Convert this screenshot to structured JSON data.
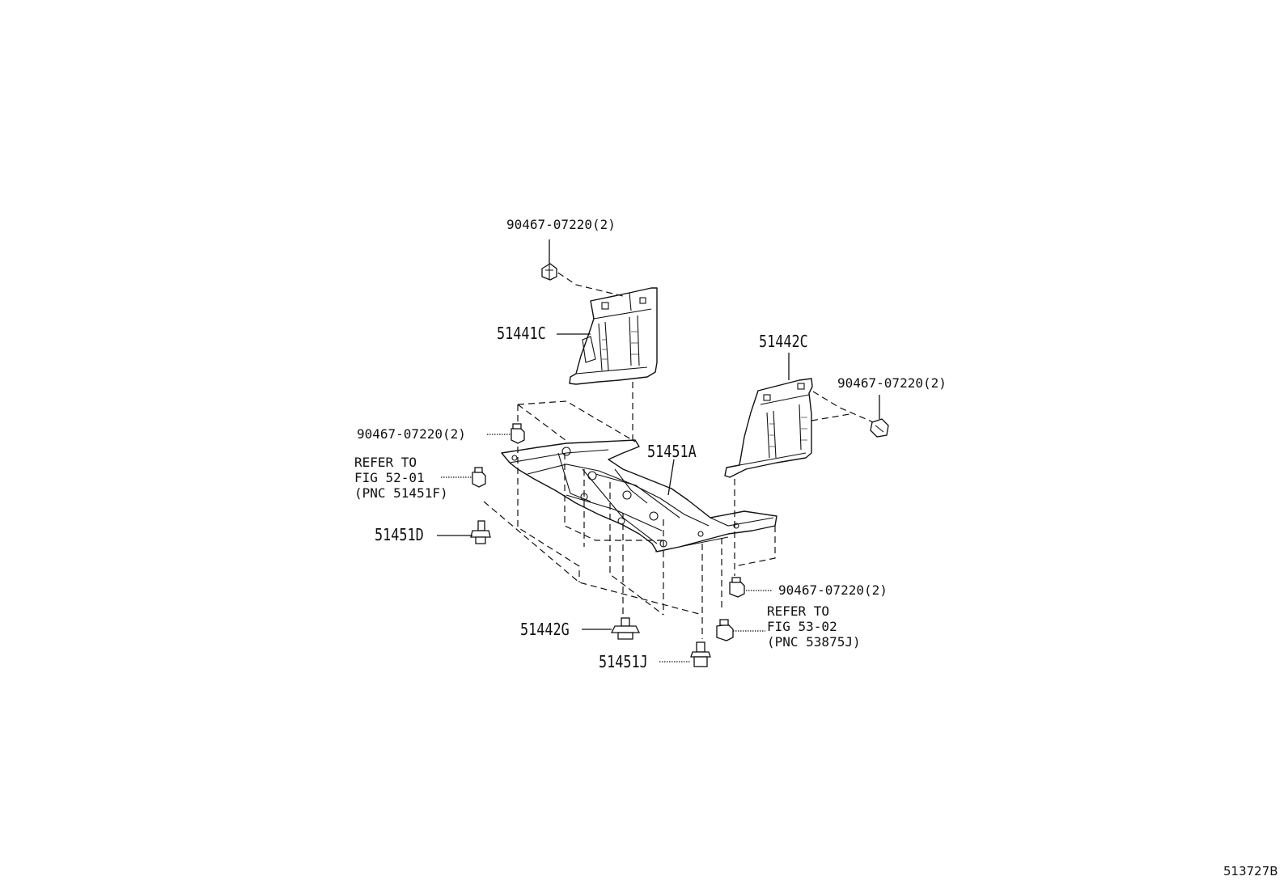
{
  "diagram": {
    "image_code": "513727B",
    "labels": {
      "clip_upper_left": "90467-07220(2)",
      "clip_right": "90467-07220(2)",
      "clip_left": "90467-07220(2)",
      "clip_lower_right": "90467-07220(2)",
      "cover_left": "51441C",
      "cover_right": "51442C",
      "under_cover": "51451A",
      "bolt_d": "51451D",
      "clip_g": "51442G",
      "bolt_j": "51451J"
    },
    "refer_left": {
      "line1": "REFER TO",
      "line2": "FIG 52-01",
      "line3": "(PNC 51451F)"
    },
    "refer_right": {
      "line1": "REFER TO",
      "line2": "FIG 53-02",
      "line3": "(PNC 53875J)"
    }
  }
}
